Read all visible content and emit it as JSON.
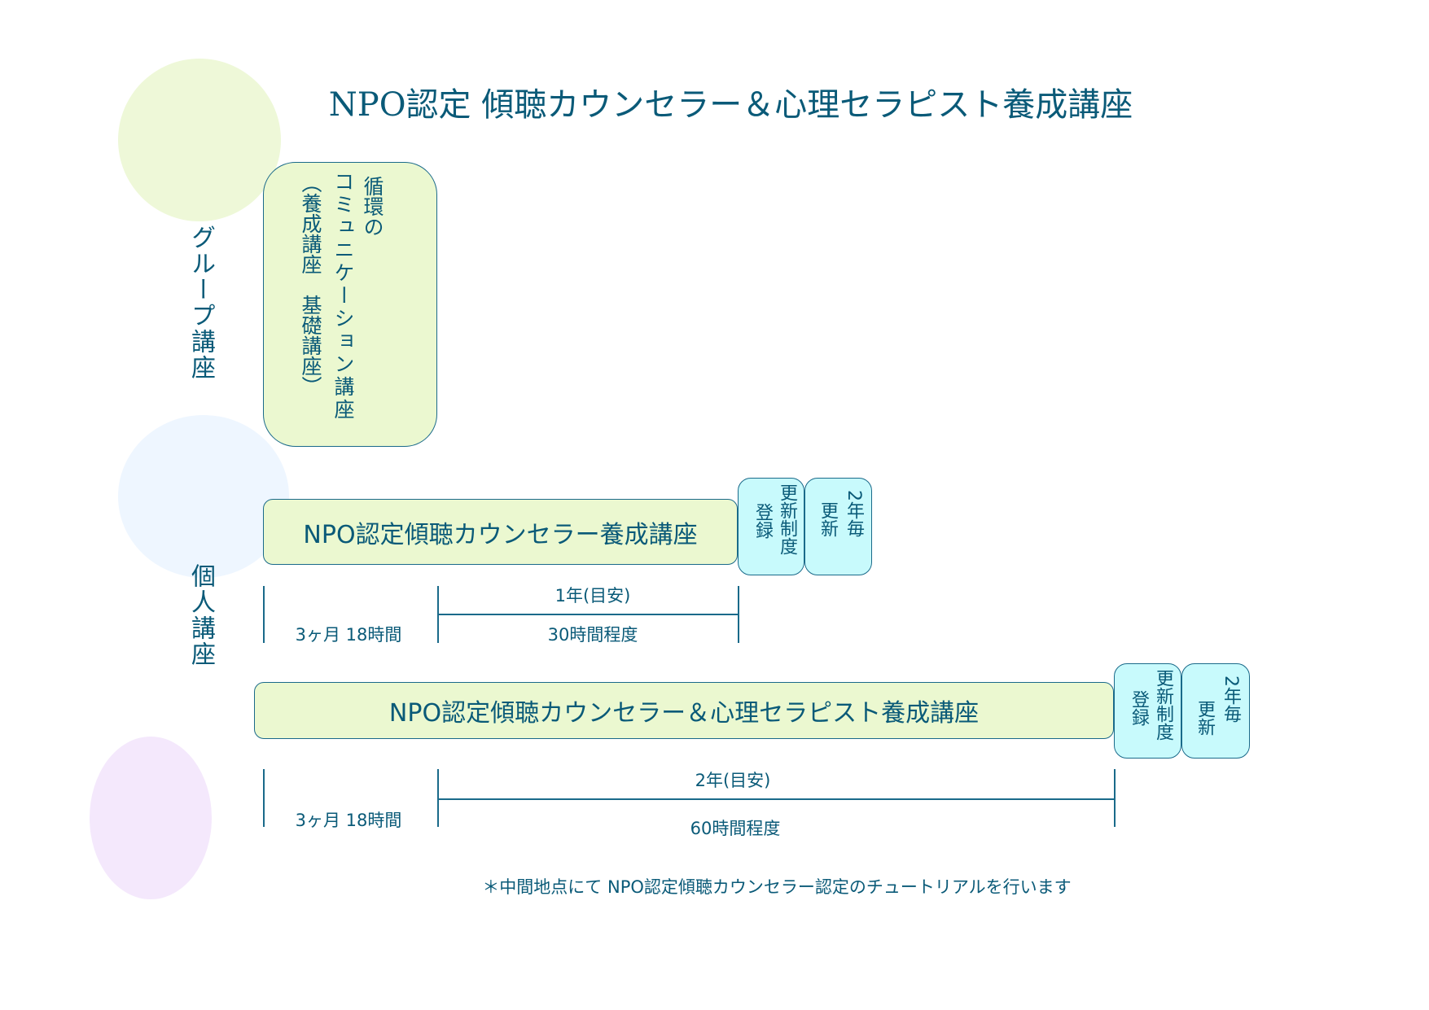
{
  "title": "NPO認定 傾聴カウンセラー＆心理セラピスト養成講座",
  "group": {
    "label": "グループ講座",
    "line1": "循環の",
    "line2": "コミュニケーション講座",
    "line3": "（養成講座　基礎講座）"
  },
  "individual": {
    "label": "個人講座"
  },
  "course1": {
    "name": "NPO認定傾聴カウンセラー養成講座",
    "reg_line1": "更新制度",
    "reg_line2": "登録",
    "renew_line1": "2年毎",
    "renew_line2": "更新",
    "total": "1年(目安)",
    "part1": "3ヶ月 18時間",
    "part2": "30時間程度"
  },
  "course2": {
    "name": "NPO認定傾聴カウンセラー＆心理セラピスト養成講座",
    "reg_line1": "更新制度",
    "reg_line2": "登録",
    "renew_line1": "2年毎",
    "renew_line2": "更新",
    "total": "2年(目安)",
    "part1": "3ヶ月 18時間",
    "part2": "60時間程度"
  },
  "footnote": "＊中間地点にて NPO認定傾聴カウンセラー認定のチュートリアルを行います"
}
